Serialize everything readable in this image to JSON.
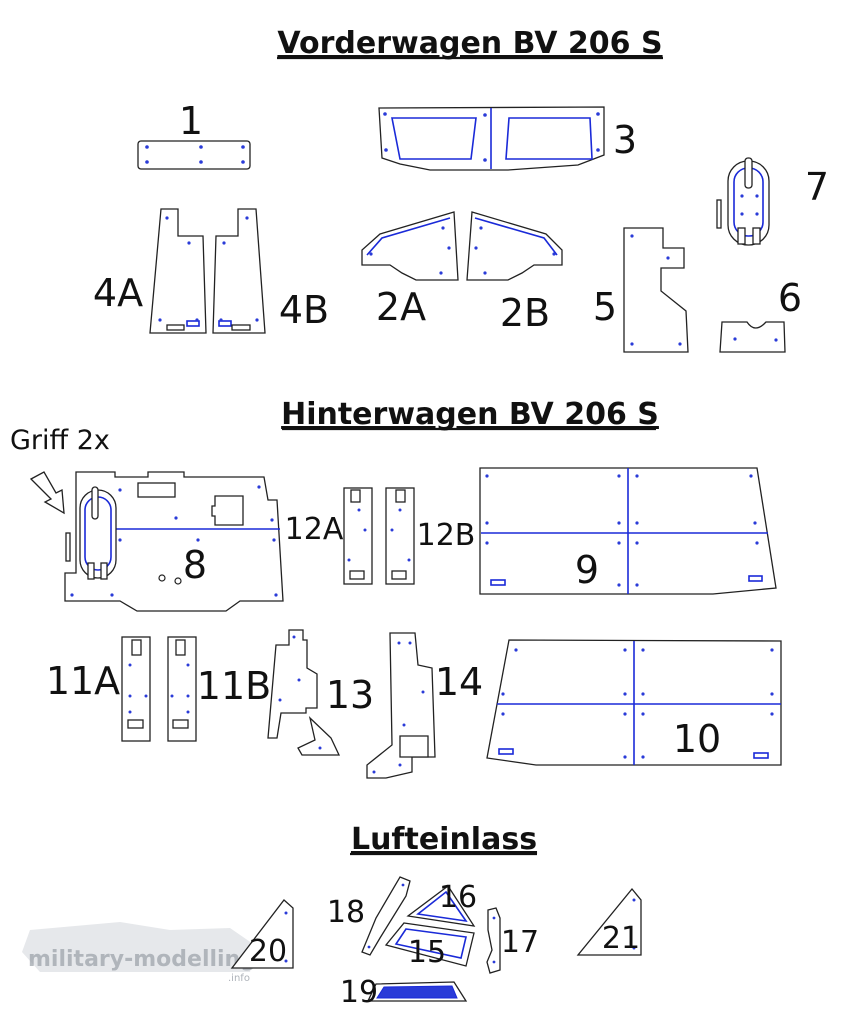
{
  "sections": {
    "front": "Vorderwagen BV 206 S",
    "rear": "Hinterwagen BV 206 S",
    "intake": "Lufteinlass"
  },
  "griff_label": "Griff 2x",
  "parts": {
    "p1": "1",
    "p3": "3",
    "p7": "7",
    "p4a": "4A",
    "p4b": "4B",
    "p2a": "2A",
    "p2b": "2B",
    "p5": "5",
    "p6": "6",
    "p8": "8",
    "p12a": "12A",
    "p12b": "12B",
    "p9": "9",
    "p11a": "11A",
    "p11b": "11B",
    "p13": "13",
    "p14": "14",
    "p10": "10",
    "p18": "18",
    "p16": "16",
    "p15": "15",
    "p17": "17",
    "p20": "20",
    "p21": "21",
    "p19": "19"
  },
  "watermark": {
    "main": "military-modelling",
    "sub": ".info"
  },
  "colors": {
    "line": "#222222",
    "accent": "#1a2ad8"
  }
}
